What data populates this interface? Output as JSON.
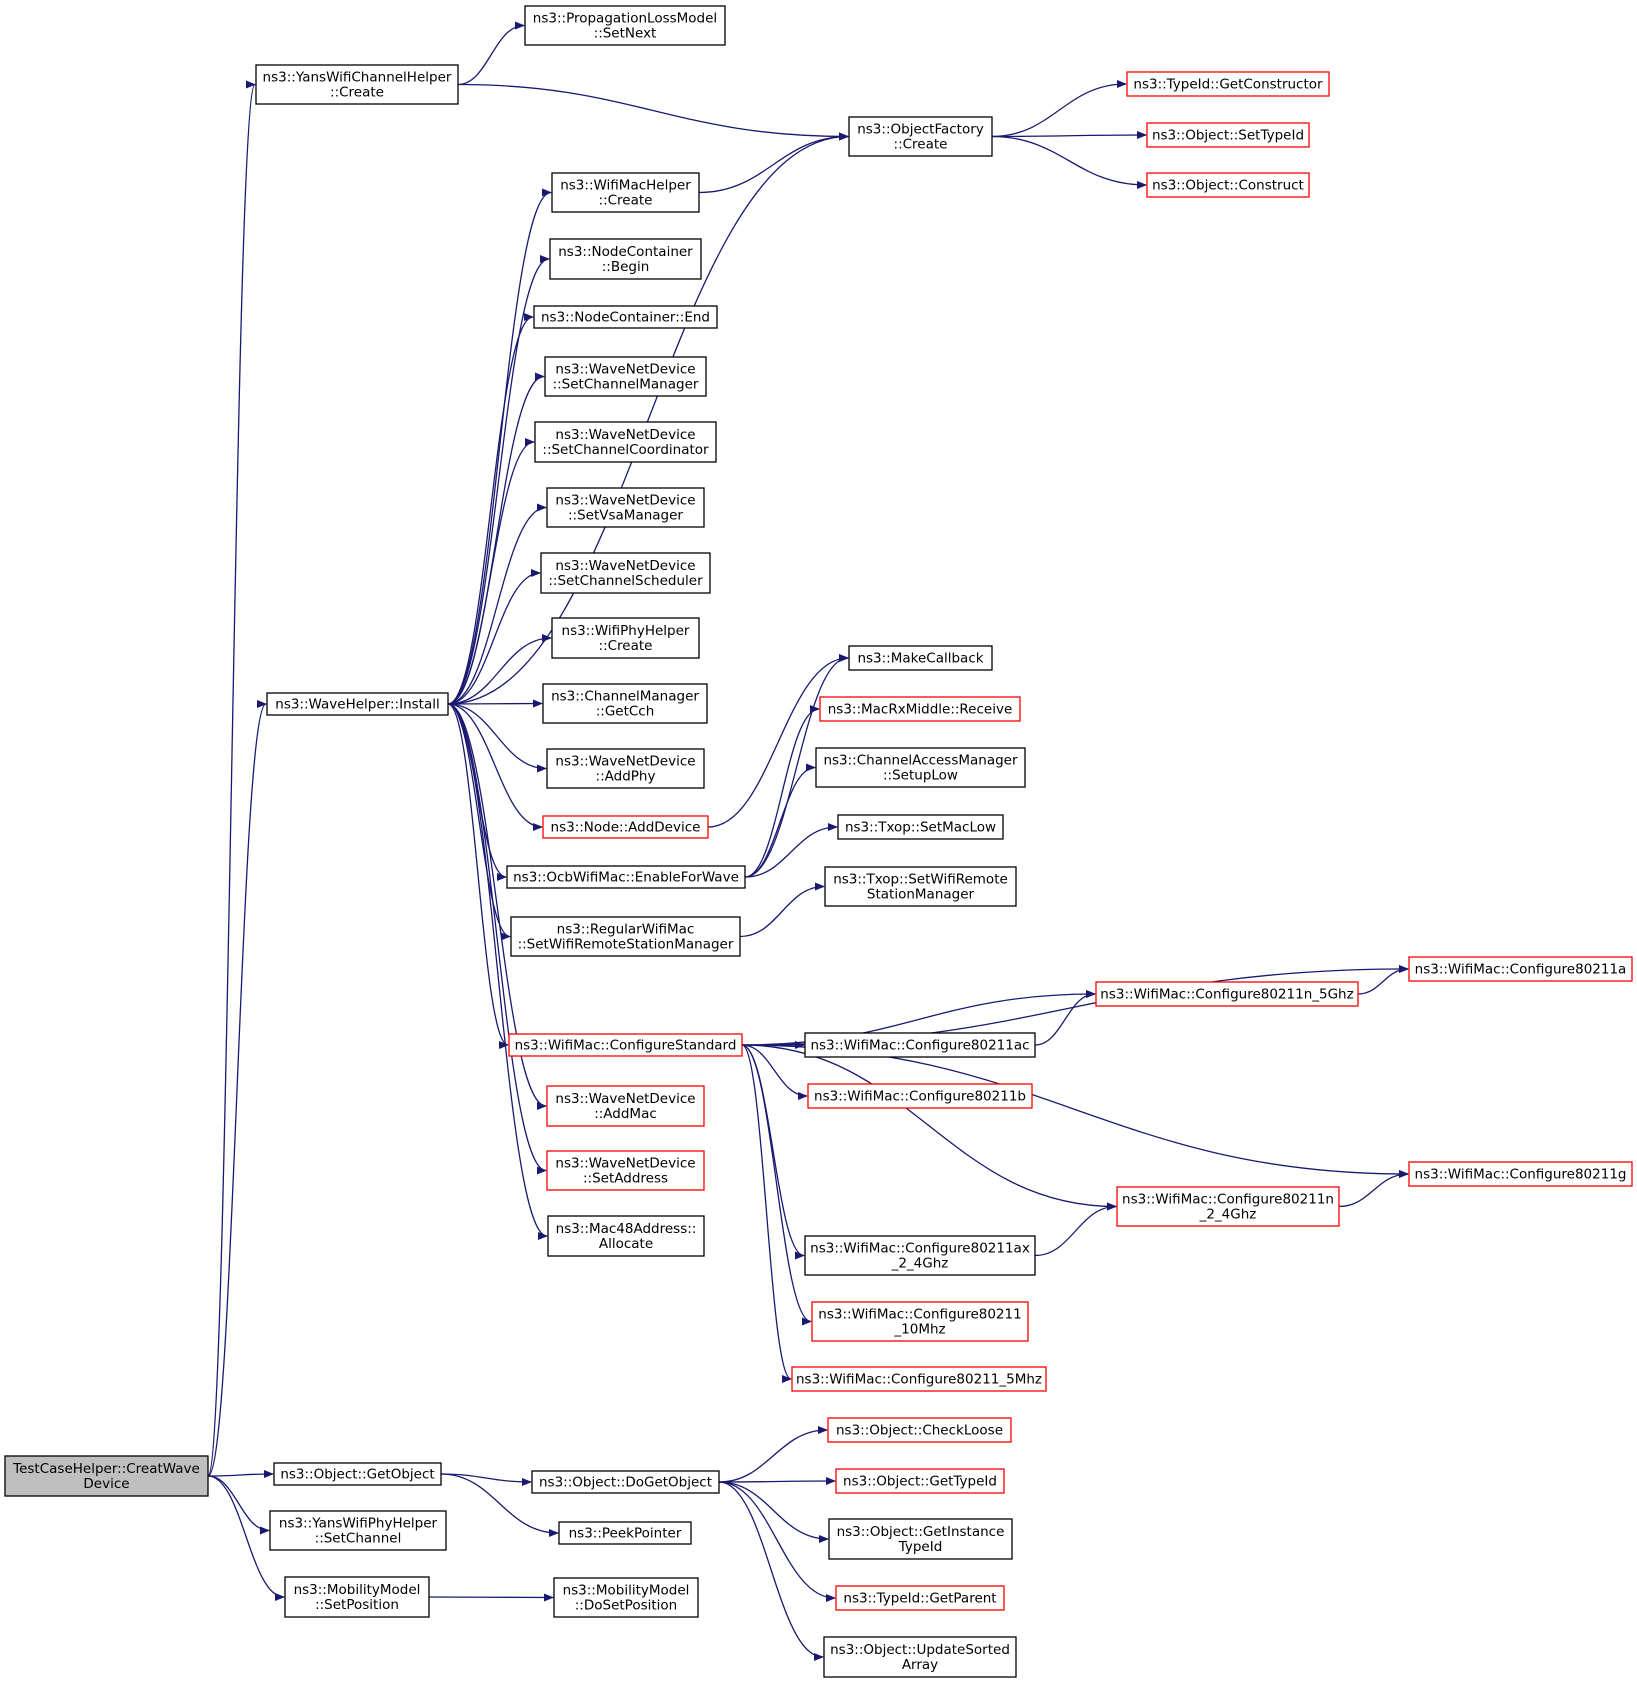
{
  "colors": {
    "edge": "#191970",
    "box_normal": "#000000",
    "box_truncated": "#ff0000",
    "root_fill": "#bfbfbf"
  },
  "nodes": [
    {
      "id": "creat",
      "lines": [
        "TestCaseHelper::CreatWave",
        "Device"
      ],
      "kind": "root"
    },
    {
      "id": "yanschan",
      "lines": [
        "ns3::YansWifiChannelHelper",
        "::Create"
      ],
      "kind": "normal"
    },
    {
      "id": "install",
      "lines": [
        "ns3::WaveHelper::Install"
      ],
      "kind": "normal"
    },
    {
      "id": "getobj",
      "lines": [
        "ns3::Object::GetObject"
      ],
      "kind": "normal"
    },
    {
      "id": "yansphy",
      "lines": [
        "ns3::YansWifiPhyHelper",
        "::SetChannel"
      ],
      "kind": "normal"
    },
    {
      "id": "setpos",
      "lines": [
        "ns3::MobilityModel",
        "::SetPosition"
      ],
      "kind": "normal"
    },
    {
      "id": "propnext",
      "lines": [
        "ns3::PropagationLossModel",
        "::SetNext"
      ],
      "kind": "normal"
    },
    {
      "id": "objfact",
      "lines": [
        "ns3::ObjectFactory",
        "::Create"
      ],
      "kind": "normal"
    },
    {
      "id": "macHelper",
      "lines": [
        "ns3::WifiMacHelper",
        "::Create"
      ],
      "kind": "normal"
    },
    {
      "id": "ncbegin",
      "lines": [
        "ns3::NodeContainer",
        "::Begin"
      ],
      "kind": "normal"
    },
    {
      "id": "ncend",
      "lines": [
        "ns3::NodeContainer::End"
      ],
      "kind": "normal"
    },
    {
      "id": "setchmgr",
      "lines": [
        "ns3::WaveNetDevice",
        "::SetChannelManager"
      ],
      "kind": "normal"
    },
    {
      "id": "setchcoord",
      "lines": [
        "ns3::WaveNetDevice",
        "::SetChannelCoordinator"
      ],
      "kind": "normal"
    },
    {
      "id": "setvsa",
      "lines": [
        "ns3::WaveNetDevice",
        "::SetVsaManager"
      ],
      "kind": "normal"
    },
    {
      "id": "setchsched",
      "lines": [
        "ns3::WaveNetDevice",
        "::SetChannelScheduler"
      ],
      "kind": "normal"
    },
    {
      "id": "phyHelper",
      "lines": [
        "ns3::WifiPhyHelper",
        "::Create"
      ],
      "kind": "normal"
    },
    {
      "id": "getcch",
      "lines": [
        "ns3::ChannelManager",
        "::GetCch"
      ],
      "kind": "normal"
    },
    {
      "id": "addphy",
      "lines": [
        "ns3::WaveNetDevice",
        "::AddPhy"
      ],
      "kind": "normal"
    },
    {
      "id": "adddev",
      "lines": [
        "ns3::Node::AddDevice"
      ],
      "kind": "truncated"
    },
    {
      "id": "enablewave",
      "lines": [
        "ns3::OcbWifiMac::EnableForWave"
      ],
      "kind": "normal"
    },
    {
      "id": "regmac",
      "lines": [
        "ns3::RegularWifiMac",
        "::SetWifiRemoteStationManager"
      ],
      "kind": "normal"
    },
    {
      "id": "confstd",
      "lines": [
        "ns3::WifiMac::ConfigureStandard"
      ],
      "kind": "truncated"
    },
    {
      "id": "addmac",
      "lines": [
        "ns3::WaveNetDevice",
        "::AddMac"
      ],
      "kind": "truncated"
    },
    {
      "id": "setaddr",
      "lines": [
        "ns3::WaveNetDevice",
        "::SetAddress"
      ],
      "kind": "truncated"
    },
    {
      "id": "macalloc",
      "lines": [
        "ns3::Mac48Address::",
        "Allocate"
      ],
      "kind": "normal"
    },
    {
      "id": "dogetobj",
      "lines": [
        "ns3::Object::DoGetObject"
      ],
      "kind": "normal"
    },
    {
      "id": "peek",
      "lines": [
        "ns3::PeekPointer"
      ],
      "kind": "normal"
    },
    {
      "id": "dosetpos",
      "lines": [
        "ns3::MobilityModel",
        "::DoSetPosition"
      ],
      "kind": "normal"
    },
    {
      "id": "getctor",
      "lines": [
        "ns3::TypeId::GetConstructor"
      ],
      "kind": "truncated"
    },
    {
      "id": "settid",
      "lines": [
        "ns3::Object::SetTypeId"
      ],
      "kind": "truncated"
    },
    {
      "id": "construct",
      "lines": [
        "ns3::Object::Construct"
      ],
      "kind": "truncated"
    },
    {
      "id": "makecb",
      "lines": [
        "ns3::MakeCallback"
      ],
      "kind": "normal"
    },
    {
      "id": "rxmid",
      "lines": [
        "ns3::MacRxMiddle::Receive"
      ],
      "kind": "truncated"
    },
    {
      "id": "camlow",
      "lines": [
        "ns3::ChannelAccessManager",
        "::SetupLow"
      ],
      "kind": "normal"
    },
    {
      "id": "txoplow",
      "lines": [
        "ns3::Txop::SetMacLow"
      ],
      "kind": "normal"
    },
    {
      "id": "txoprsm",
      "lines": [
        "ns3::Txop::SetWifiRemote",
        "StationManager"
      ],
      "kind": "normal"
    },
    {
      "id": "c11n5",
      "lines": [
        "ns3::WifiMac::Configure80211n_5Ghz"
      ],
      "kind": "truncated"
    },
    {
      "id": "c11ac",
      "lines": [
        "ns3::WifiMac::Configure80211ac"
      ],
      "kind": "normal"
    },
    {
      "id": "c11b",
      "lines": [
        "ns3::WifiMac::Configure80211b"
      ],
      "kind": "truncated"
    },
    {
      "id": "c11n24",
      "lines": [
        "ns3::WifiMac::Configure80211n",
        "_2_4Ghz"
      ],
      "kind": "truncated"
    },
    {
      "id": "c11ax",
      "lines": [
        "ns3::WifiMac::Configure80211ax",
        "_2_4Ghz"
      ],
      "kind": "normal"
    },
    {
      "id": "c1110",
      "lines": [
        "ns3::WifiMac::Configure80211",
        "_10Mhz"
      ],
      "kind": "truncated"
    },
    {
      "id": "c115",
      "lines": [
        "ns3::WifiMac::Configure80211_5Mhz"
      ],
      "kind": "truncated"
    },
    {
      "id": "c11a",
      "lines": [
        "ns3::WifiMac::Configure80211a"
      ],
      "kind": "truncated"
    },
    {
      "id": "c11g",
      "lines": [
        "ns3::WifiMac::Configure80211g"
      ],
      "kind": "truncated"
    },
    {
      "id": "checkloose",
      "lines": [
        "ns3::Object::CheckLoose"
      ],
      "kind": "truncated"
    },
    {
      "id": "gettid",
      "lines": [
        "ns3::Object::GetTypeId"
      ],
      "kind": "truncated"
    },
    {
      "id": "getinst",
      "lines": [
        "ns3::Object::GetInstance",
        "TypeId"
      ],
      "kind": "normal"
    },
    {
      "id": "getparent",
      "lines": [
        "ns3::TypeId::GetParent"
      ],
      "kind": "truncated"
    },
    {
      "id": "updsorted",
      "lines": [
        "ns3::Object::UpdateSorted",
        "Array"
      ],
      "kind": "normal"
    }
  ],
  "edges": [
    [
      "creat",
      "yanschan"
    ],
    [
      "creat",
      "install"
    ],
    [
      "creat",
      "getobj"
    ],
    [
      "creat",
      "yansphy"
    ],
    [
      "creat",
      "setpos"
    ],
    [
      "yanschan",
      "propnext"
    ],
    [
      "yanschan",
      "objfact"
    ],
    [
      "install",
      "objfact"
    ],
    [
      "install",
      "macHelper"
    ],
    [
      "install",
      "ncbegin"
    ],
    [
      "install",
      "ncend"
    ],
    [
      "install",
      "setchmgr"
    ],
    [
      "install",
      "setchcoord"
    ],
    [
      "install",
      "setvsa"
    ],
    [
      "install",
      "setchsched"
    ],
    [
      "install",
      "phyHelper"
    ],
    [
      "install",
      "getcch"
    ],
    [
      "install",
      "addphy"
    ],
    [
      "install",
      "adddev"
    ],
    [
      "install",
      "enablewave"
    ],
    [
      "install",
      "regmac"
    ],
    [
      "install",
      "confstd"
    ],
    [
      "install",
      "addmac"
    ],
    [
      "install",
      "setaddr"
    ],
    [
      "install",
      "macalloc"
    ],
    [
      "macHelper",
      "objfact"
    ],
    [
      "objfact",
      "getctor"
    ],
    [
      "objfact",
      "settid"
    ],
    [
      "objfact",
      "construct"
    ],
    [
      "adddev",
      "makecb"
    ],
    [
      "enablewave",
      "makecb"
    ],
    [
      "enablewave",
      "rxmid"
    ],
    [
      "enablewave",
      "camlow"
    ],
    [
      "enablewave",
      "txoplow"
    ],
    [
      "regmac",
      "txoprsm"
    ],
    [
      "confstd",
      "c11a"
    ],
    [
      "confstd",
      "c11n5"
    ],
    [
      "confstd",
      "c11ac"
    ],
    [
      "confstd",
      "c11b"
    ],
    [
      "confstd",
      "c11g"
    ],
    [
      "confstd",
      "c11n24"
    ],
    [
      "confstd",
      "c11ax"
    ],
    [
      "confstd",
      "c1110"
    ],
    [
      "confstd",
      "c115"
    ],
    [
      "c11n5",
      "c11a"
    ],
    [
      "c11ac",
      "c11n5"
    ],
    [
      "c11n24",
      "c11g"
    ],
    [
      "c11ax",
      "c11n24"
    ],
    [
      "getobj",
      "dogetobj"
    ],
    [
      "getobj",
      "peek"
    ],
    [
      "dogetobj",
      "checkloose"
    ],
    [
      "dogetobj",
      "gettid"
    ],
    [
      "dogetobj",
      "getinst"
    ],
    [
      "dogetobj",
      "getparent"
    ],
    [
      "dogetobj",
      "updsorted"
    ],
    [
      "setpos",
      "dosetpos"
    ]
  ]
}
